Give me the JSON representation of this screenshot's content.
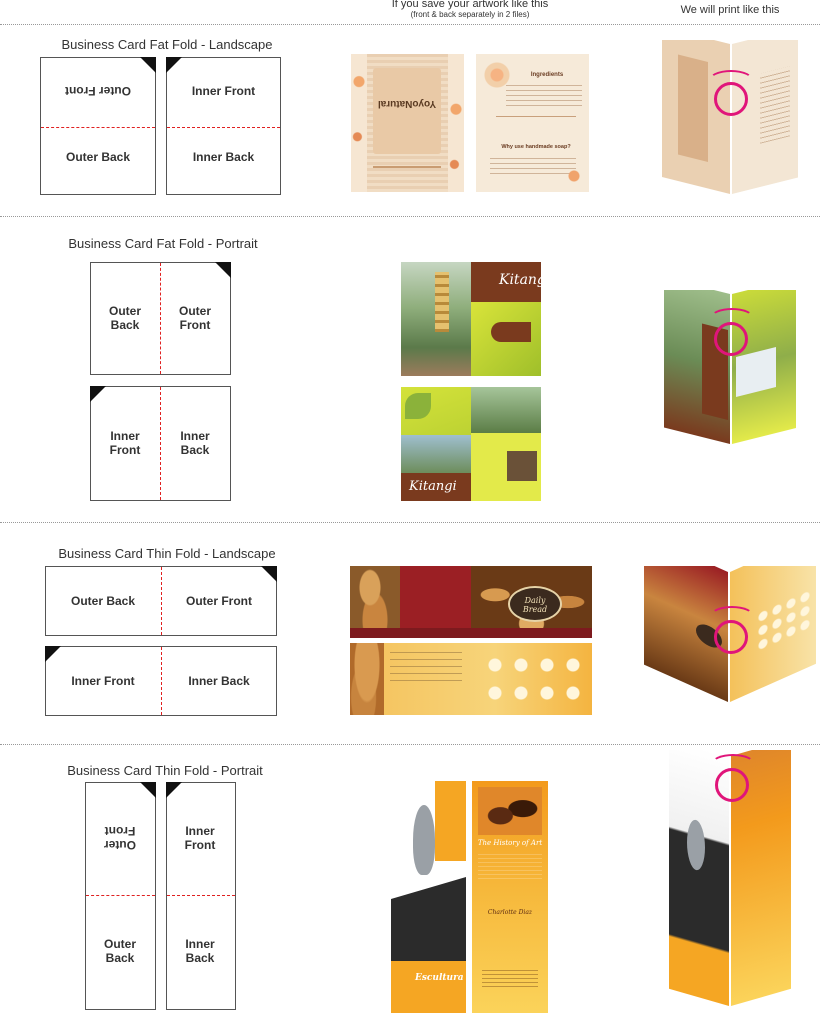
{
  "headers": {
    "save_title": "If you save your artwork like this",
    "save_sub": "(front & back separately in 2 files)",
    "print_title": "We will print like this"
  },
  "sections": {
    "fat_landscape": {
      "title": "Business Card Fat Fold - Landscape",
      "labels": [
        "Outer Front",
        "Inner Front",
        "Outer Back",
        "Inner Back"
      ]
    },
    "fat_portrait": {
      "title": "Business Card Fat Fold - Portrait",
      "labels": [
        "Outer Back",
        "Outer Front",
        "Inner Front",
        "Inner Back"
      ]
    },
    "thin_landscape": {
      "title": "Business Card Thin Fold - Landscape",
      "labels": [
        "Outer Back",
        "Outer Front",
        "Inner Front",
        "Inner Back"
      ]
    },
    "thin_portrait": {
      "title": "Business Card Thin Fold - Portrait",
      "labels": [
        "Outer Front",
        "Inner Front",
        "Outer Back",
        "Inner Back"
      ]
    }
  },
  "samples": {
    "yoyo": {
      "brand": "YoyoNatural",
      "ingredients": "Ingredients",
      "why": "Why use handmade soap?"
    },
    "kitangi": {
      "brand": "Kitangi"
    },
    "bakery": {
      "brand": "Daily Bread"
    },
    "escultura": {
      "brand": "Escultura",
      "heading": "The History of Art",
      "name": "Charlotte Diaz"
    }
  }
}
